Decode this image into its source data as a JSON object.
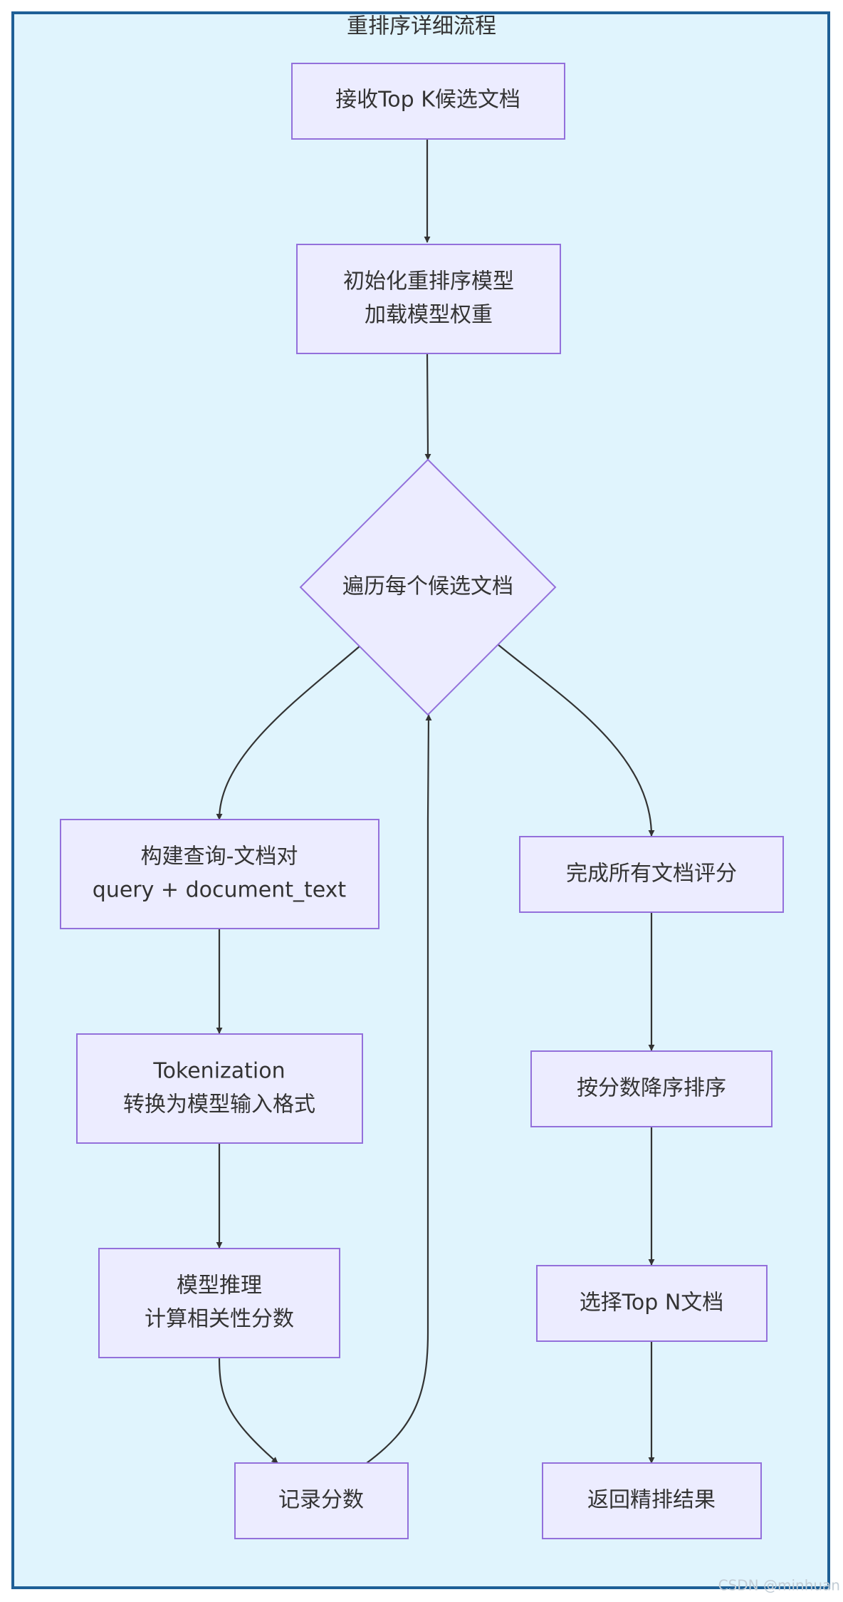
{
  "diagram": {
    "title": "重排序详细流程",
    "watermark": "CSDN @minhuan",
    "colors": {
      "background": "#e0f4fd",
      "frame_border": "#1e5f96",
      "node_fill": "#ececff",
      "node_stroke": "#9370db",
      "text": "#333333",
      "edge": "#333333"
    },
    "nodes": {
      "receive": {
        "lines": [
          "接收Top K候选文档"
        ]
      },
      "init": {
        "lines": [
          "初始化重排序模型",
          "加载模型权重"
        ]
      },
      "loop": {
        "lines": [
          "遍历每个候选文档"
        ]
      },
      "build": {
        "lines": [
          "构建查询-文档对",
          "query + document_text"
        ]
      },
      "tokenize": {
        "lines": [
          "Tokenization",
          "转换为模型输入格式"
        ]
      },
      "infer": {
        "lines": [
          "模型推理",
          "计算相关性分数"
        ]
      },
      "record": {
        "lines": [
          "记录分数"
        ]
      },
      "done": {
        "lines": [
          "完成所有文档评分"
        ]
      },
      "sort": {
        "lines": [
          "按分数降序排序"
        ]
      },
      "select": {
        "lines": [
          "选择Top N文档"
        ]
      },
      "return": {
        "lines": [
          "返回精排结果"
        ]
      }
    },
    "edges": [
      {
        "from": "receive",
        "to": "init"
      },
      {
        "from": "init",
        "to": "loop"
      },
      {
        "from": "loop",
        "to": "build"
      },
      {
        "from": "loop",
        "to": "done"
      },
      {
        "from": "build",
        "to": "tokenize"
      },
      {
        "from": "tokenize",
        "to": "infer"
      },
      {
        "from": "infer",
        "to": "record"
      },
      {
        "from": "record",
        "to": "loop"
      },
      {
        "from": "done",
        "to": "sort"
      },
      {
        "from": "sort",
        "to": "select"
      },
      {
        "from": "select",
        "to": "return"
      }
    ]
  }
}
